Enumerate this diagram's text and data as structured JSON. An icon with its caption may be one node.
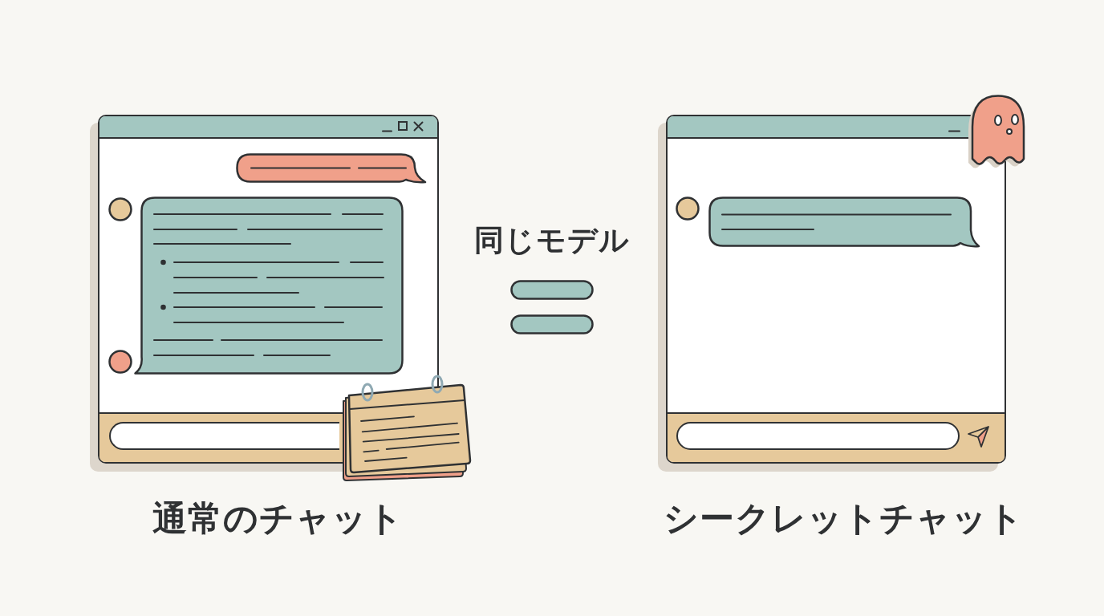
{
  "diagram": {
    "nodes": [
      {
        "text": [
          "通常のチャット"
        ]
      },
      {
        "text": [
          "シークレットチャット"
        ]
      }
    ],
    "labels": [
      "同じモデル"
    ]
  }
}
